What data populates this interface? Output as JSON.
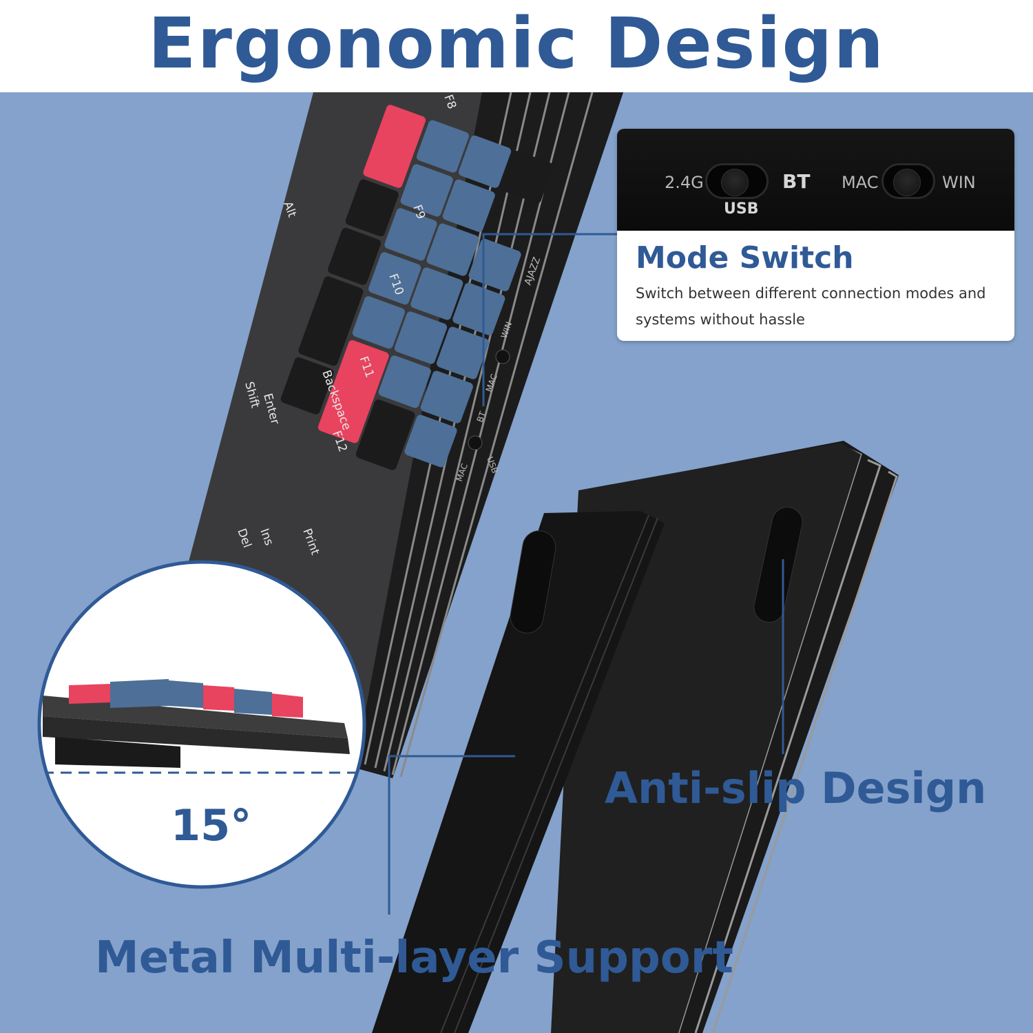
{
  "title": "Ergonomic Design",
  "colors": {
    "brand_blue": "#2f5a96",
    "background": "#84a2cb",
    "keycap_red": "#e8435f",
    "keycap_blue": "#4e6f97",
    "keycap_black": "#1b1b1b"
  },
  "mode_switch": {
    "switch_left": {
      "left_label": "2.4G",
      "right_label": "BT",
      "bottom_label": "USB"
    },
    "switch_right": {
      "left_label": "MAC",
      "right_label": "WIN"
    },
    "title": "Mode Switch",
    "description": "Switch between different connection modes and systems without hassle"
  },
  "features": {
    "anti_slip": "Anti-slip Design",
    "metal_support": "Metal Multi-layer Support"
  },
  "angle_label": "15°",
  "keycaps": [
    "Alt",
    "Shift",
    "Enter",
    "Backspace",
    "Del",
    "Ins",
    "Print",
    "F8",
    "F9",
    "F10",
    "F11",
    "F12"
  ],
  "side_switch_labels": [
    "WIN",
    "MAC",
    "BT",
    "USB",
    "MAC"
  ],
  "brand": "AJAZZ"
}
